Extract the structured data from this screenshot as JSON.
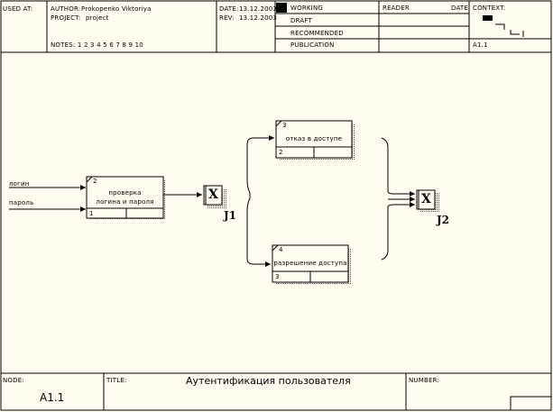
{
  "header": {
    "used_at_label": "USED AT:",
    "author_label": "AUTHOR:",
    "author_value": "Prokopenko Viktoriya",
    "project_label": "PROJECT:",
    "project_value": "project",
    "date_label": "DATE:",
    "date_value": "13.12.2003",
    "rev_label": "REV:",
    "rev_value": "13.12.2003",
    "notes": "NOTES: 1 2 3 4 5 6 7 8 9 10",
    "status": [
      "WORKING",
      "DRAFT",
      "RECOMMENDED",
      "PUBLICATION"
    ],
    "reader_label": "READER",
    "date_col_label": "DATE",
    "context_label": "CONTEXT:",
    "context_node": "A1.1"
  },
  "diagram": {
    "inputs": [
      {
        "label": "логин"
      },
      {
        "label": "пароль"
      }
    ],
    "boxes": [
      {
        "number": "1",
        "corner": "2",
        "name_lines": [
          "проверка",
          "логина и пароля"
        ]
      },
      {
        "number": "2",
        "corner": "3",
        "name_lines": [
          "отказ в доступе"
        ]
      },
      {
        "number": "3",
        "corner": "4",
        "name_lines": [
          "разрешение доступа"
        ]
      }
    ],
    "junctions": [
      {
        "symbol": "X",
        "label": "J1"
      },
      {
        "symbol": "X",
        "label": "J2"
      }
    ]
  },
  "footer": {
    "node_label": "NODE:",
    "node_value": "A1.1",
    "title_label": "TITLE:",
    "title_value": "Аутентификация пользователя",
    "number_label": "NUMBER:"
  }
}
